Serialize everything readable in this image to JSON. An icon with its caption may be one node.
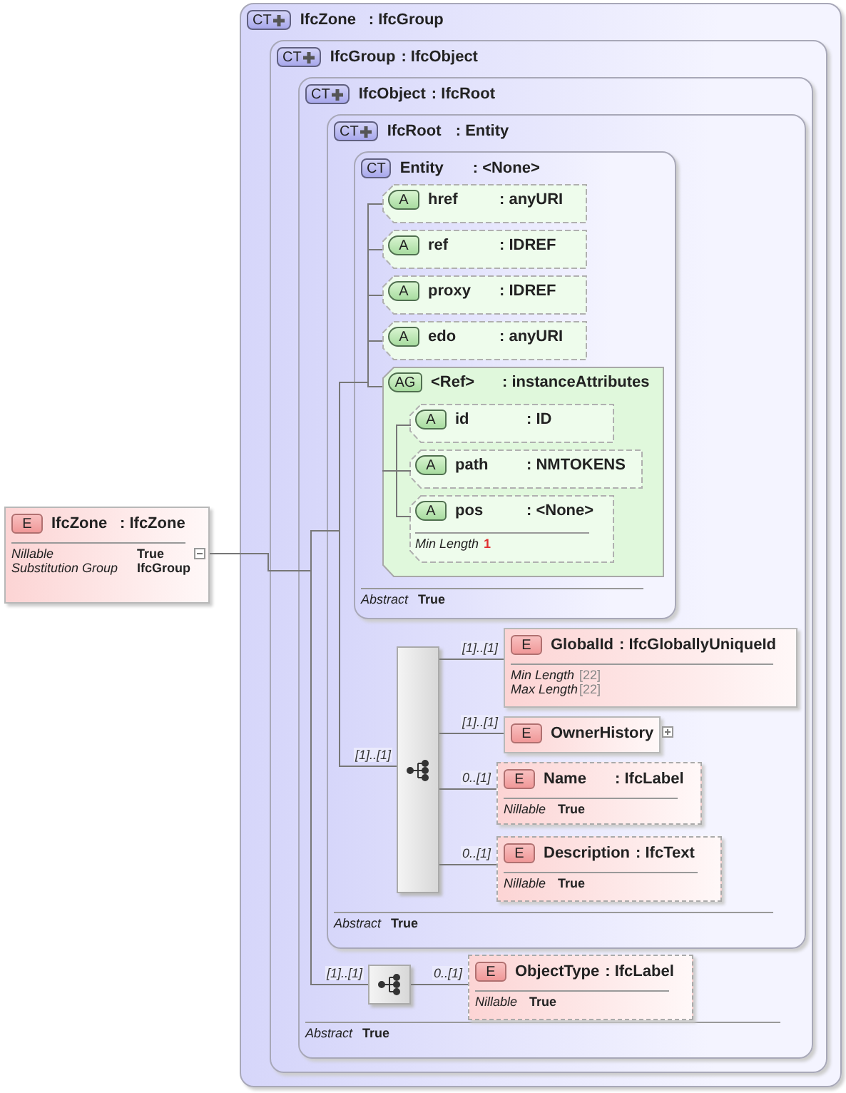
{
  "diagram": {
    "nodes": [
      {
        "text": [
          "E",
          "IfcZone",
          ": IfcZone",
          "Nillable",
          "True",
          "Substitution Group",
          "IfcGroup"
        ]
      },
      {
        "text": [
          "CT",
          "IfcZone",
          ": IfcGroup"
        ]
      },
      {
        "text": [
          "CT",
          "IfcGroup",
          ": IfcObject"
        ],
        "in": 1
      },
      {
        "text": [
          "CT",
          "IfcObject",
          ": IfcRoot",
          "Abstract",
          "True"
        ],
        "in": 2
      },
      {
        "text": [
          "CT",
          "IfcRoot",
          ": Entity",
          "Abstract",
          "True"
        ],
        "in": 3
      },
      {
        "text": [
          "CT",
          "Entity",
          ": <None>",
          "Abstract",
          "True"
        ],
        "in": 4
      },
      {
        "text": [
          "A",
          "href",
          ": anyURI"
        ],
        "in": 5
      },
      {
        "text": [
          "A",
          "ref",
          ": IDREF"
        ],
        "in": 5
      },
      {
        "text": [
          "A",
          "proxy",
          ": IDREF"
        ],
        "in": 5
      },
      {
        "text": [
          "A",
          "edo",
          ": anyURI"
        ],
        "in": 5
      },
      {
        "text": [
          "AG",
          "<Ref>",
          ": instanceAttributes"
        ],
        "in": 5
      },
      {
        "text": [
          "A",
          "id",
          ": ID"
        ],
        "in": 10
      },
      {
        "text": [
          "A",
          "path",
          ": NMTOKENS"
        ],
        "in": 10
      },
      {
        "text": [
          "A",
          "pos",
          ": <None>",
          "Min Length",
          "1"
        ],
        "in": 10
      },
      {
        "text": [],
        "shape": "box",
        "in": 4
      },
      {
        "text": [
          "E",
          "GlobalId",
          ": IfcGloballyUniqueId",
          "Min Length",
          "[22]",
          "Max Length",
          "[22]"
        ],
        "in": 4
      },
      {
        "text": [
          "E",
          "OwnerHistory"
        ],
        "in": 4
      },
      {
        "text": [
          "E",
          "Name",
          ": IfcLabel",
          "Nillable",
          "True"
        ],
        "in": 4
      },
      {
        "text": [
          "E",
          "Description",
          ": IfcText",
          "Nillable",
          "True"
        ],
        "in": 4
      },
      {
        "text": [],
        "shape": "box",
        "in": 3
      },
      {
        "text": [
          "E",
          "ObjectType",
          ": IfcLabel",
          "Nillable",
          "True"
        ],
        "in": 3
      }
    ],
    "edges": [
      {
        "from": 0,
        "to": 6,
        "arrow": "none"
      },
      {
        "from": 0,
        "to": 7,
        "arrow": "none"
      },
      {
        "from": 0,
        "to": 8,
        "arrow": "none"
      },
      {
        "from": 0,
        "to": 9,
        "arrow": "none"
      },
      {
        "from": 0,
        "to": 10,
        "arrow": "none"
      },
      {
        "from": 10,
        "to": 11,
        "arrow": "none"
      },
      {
        "from": 10,
        "to": 12,
        "arrow": "none"
      },
      {
        "from": 10,
        "to": 13,
        "arrow": "none"
      },
      {
        "from": 0,
        "to": 14,
        "arrow": "none",
        "label": "[1]..[1]"
      },
      {
        "from": 14,
        "to": 15,
        "arrow": "none",
        "label": "[1]..[1]"
      },
      {
        "from": 14,
        "to": 16,
        "arrow": "none",
        "label": "[1]..[1]"
      },
      {
        "from": 14,
        "to": 17,
        "arrow": "none",
        "label": "0..[1]"
      },
      {
        "from": 14,
        "to": 18,
        "arrow": "none",
        "label": "0..[1]"
      },
      {
        "from": 0,
        "to": 19,
        "arrow": "none",
        "label": "[1]..[1]"
      },
      {
        "from": 19,
        "to": 20,
        "arrow": "none",
        "label": "0..[1]"
      }
    ]
  }
}
